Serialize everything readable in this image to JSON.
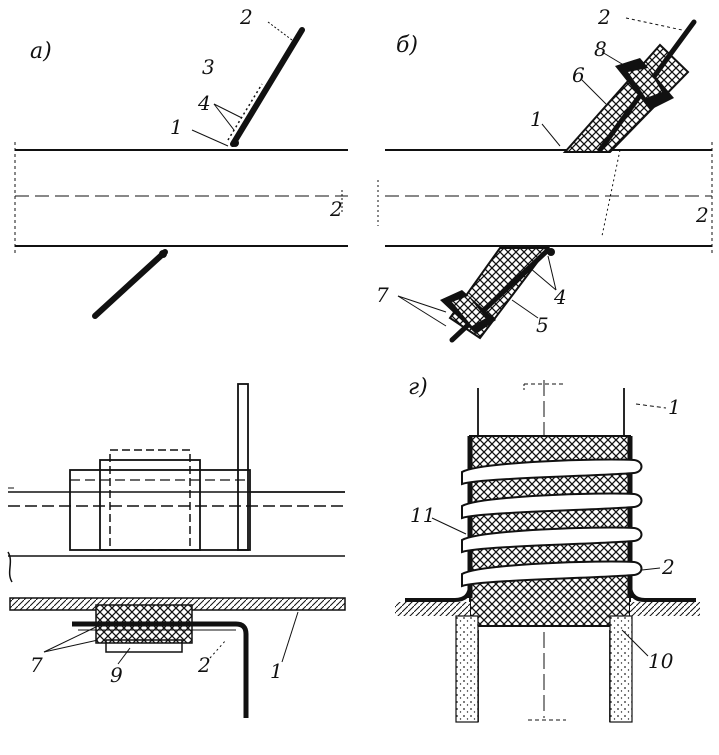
{
  "panels": {
    "a": {
      "letter": "а)",
      "callouts": [
        "1",
        "2",
        "3",
        "4",
        "2"
      ]
    },
    "b": {
      "letter": "б)",
      "callouts": [
        "1",
        "2",
        "4",
        "5",
        "6",
        "7",
        "8",
        "2"
      ]
    },
    "v": {
      "callouts": [
        "1",
        "2",
        "7",
        "9"
      ]
    },
    "g": {
      "letter": "г)",
      "callouts": [
        "1",
        "2",
        "10",
        "11"
      ]
    }
  }
}
